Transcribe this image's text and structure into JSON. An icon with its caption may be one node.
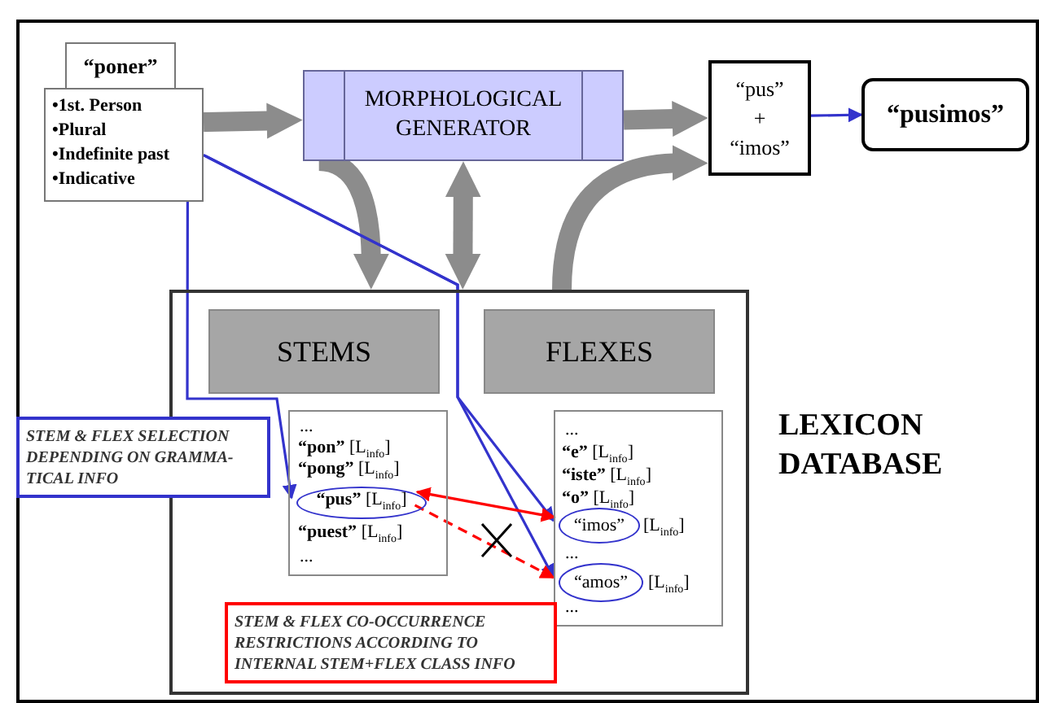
{
  "diagram": {
    "nodes": [
      {
        "text": [
          "“poner”"
        ]
      },
      {
        "text": [
          "•1st. Person",
          "•Plural",
          "•Indefinite past",
          "•Indicative"
        ]
      },
      {
        "text": [
          "MORPHOLOGICAL GENERATOR"
        ]
      },
      {
        "text": [
          "“pus”",
          "+",
          "“imos”"
        ]
      },
      {
        "text": [
          "“pusimos”"
        ]
      },
      {
        "text": [
          "LEXICON DATABASE"
        ]
      },
      {
        "text": [
          "STEMS"
        ],
        "in": 5
      },
      {
        "text": [
          "FLEXES"
        ],
        "in": 5
      },
      {
        "text": [
          "...",
          "**“pon”** [L$_{info}$]",
          "**“pong”** [L$_{info}$]",
          "**“puest”** [L$_{info}$]",
          "..."
        ],
        "in": 5
      },
      {
        "text": [
          "**“pus”** [L$_{info}$]"
        ],
        "in": 8
      },
      {
        "text": [
          "...",
          "**“e”** [L$_{info}$]",
          "**“iste”** [L$_{info}$]",
          "**“o”** [L$_{info}$]",
          "[L$_{info}$]",
          "...",
          "[L$_{info}$]",
          "..."
        ],
        "in": 5
      },
      {
        "text": [
          "“imos”"
        ],
        "in": 10
      },
      {
        "text": [
          "“amos”"
        ],
        "in": 10
      },
      {
        "text": [
          "STEM & FLEX SELECTION DEPENDING ON GRAMMA-TICAL INFO"
        ]
      },
      {
        "text": [
          "STEM & FLEX CO-OCCURRENCE RESTRICTIONS ACCORDING TO INTERNAL STEM+FLEX CLASS INFO"
        ],
        "in": 5
      }
    ],
    "edges": [
      {
        "from": 1,
        "to": 2,
        "arrow": "to",
        "style": "thick"
      },
      {
        "from": 2,
        "to": 3,
        "arrow": "to",
        "style": "thick"
      },
      {
        "from": 3,
        "to": 4,
        "arrow": "to",
        "color": "#3333cc"
      },
      {
        "from": 2,
        "to": 5,
        "arrow": "to",
        "style": "thick"
      },
      {
        "from": 2,
        "to": 5,
        "arrow": "both",
        "style": "thick"
      },
      {
        "from": 5,
        "to": 3,
        "arrow": "to",
        "style": "thick"
      },
      {
        "from": 1,
        "to": 9,
        "arrow": "to",
        "color": "#3333cc"
      },
      {
        "from": 1,
        "to": 11,
        "arrow": "to",
        "color": "#3333cc"
      },
      {
        "from": 1,
        "to": 12,
        "arrow": "to",
        "color": "#3333cc"
      },
      {
        "from": 11,
        "to": 9,
        "arrow": "both",
        "color": "#ff0000"
      },
      {
        "from": 9,
        "to": 12,
        "arrow": "to",
        "style": "dashed",
        "color": "#ff0000"
      }
    ]
  }
}
